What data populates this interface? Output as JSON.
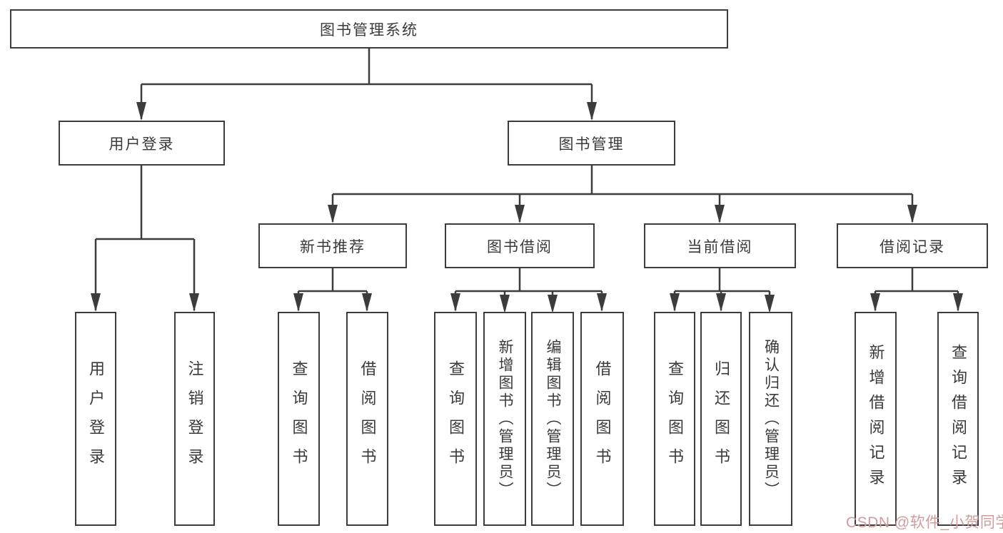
{
  "diagram": {
    "root": {
      "label": "图书管理系统"
    },
    "user_login": {
      "label": "用户登录",
      "children": [
        {
          "label": "用户登录"
        },
        {
          "label": "注销登录"
        }
      ]
    },
    "book_mgmt": {
      "label": "图书管理",
      "sections": [
        {
          "label": "新书推荐",
          "children": [
            {
              "label": "查询图书"
            },
            {
              "label": "借阅图书"
            }
          ]
        },
        {
          "label": "图书借阅",
          "children": [
            {
              "label": "查询图书"
            },
            {
              "label": "新增图书（管理员）"
            },
            {
              "label": "编辑图书（管理员）"
            },
            {
              "label": "借阅图书"
            }
          ]
        },
        {
          "label": "当前借阅",
          "children": [
            {
              "label": "查询图书"
            },
            {
              "label": "归还图书"
            },
            {
              "label": "确认归还（管理员）"
            }
          ]
        },
        {
          "label": "借阅记录",
          "children": [
            {
              "label": "新增借阅记录"
            },
            {
              "label": "查询借阅记录"
            }
          ]
        }
      ]
    }
  },
  "watermark": {
    "text": "CSDN @软件_小贺同学",
    "color": "#d09c9c"
  },
  "colors": {
    "line": "#3c3c3c",
    "node_border": "#3c3c3c",
    "node_fill": "#ffffff",
    "text": "#3a3a3a",
    "background": "#ffffff"
  }
}
